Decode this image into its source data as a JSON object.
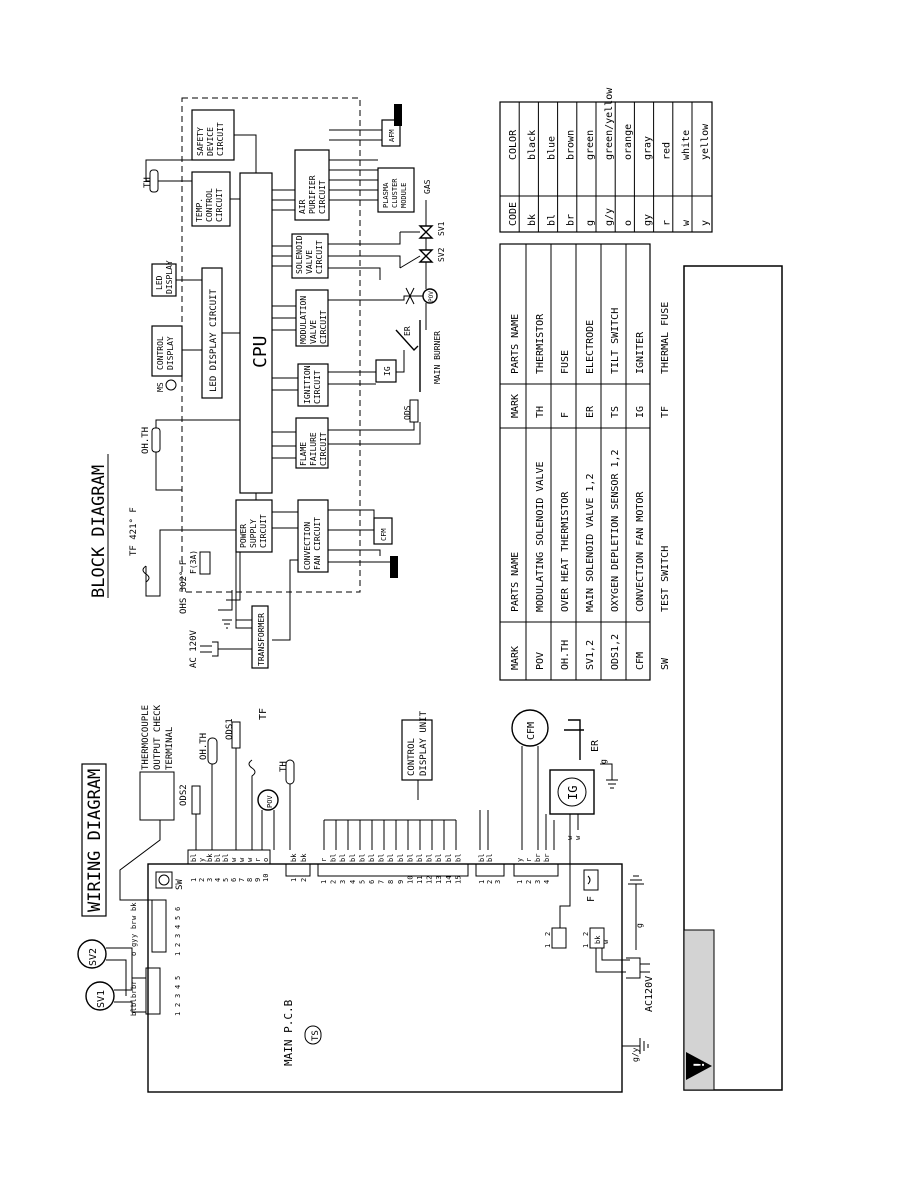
{
  "titles": {
    "block_diagram": "BLOCK DIAGRAM",
    "wiring_diagram": "WIRING DIAGRAM"
  },
  "block": {
    "cpu": "CPU",
    "safety_device_circuit": [
      "SAFETY",
      "DEVICE",
      "CIRCUIT"
    ],
    "temp_control_circuit": [
      "TEMP.",
      "CONTROL",
      "CIRCUIT"
    ],
    "led_display_circuit": "LED DISPLAY CIRCUIT",
    "control_display": [
      "CONTROL",
      "DISPLAY"
    ],
    "led_display": [
      "LED",
      "DISPLAY"
    ],
    "air_purifier_circuit": [
      "AIR",
      "PURIFIER",
      "CIRCUIT"
    ],
    "plasma_cluster_module": [
      "PLASMA",
      "CLUSTER",
      "MODULE"
    ],
    "solenoid_valve_circuit": [
      "SOLENOID",
      "VALVE",
      "CIRCUIT"
    ],
    "modulation_valve_circuit": [
      "MODULATION",
      "VALVE",
      "CIRCUIT"
    ],
    "ignition_circuit": [
      "IGNITION",
      "CIRCUIT"
    ],
    "flame_failure_circuit": [
      "FLAME",
      "FAILURE",
      "CIRCUIT"
    ],
    "power_supply_circuit": [
      "POWER",
      "SUPPLY",
      "CIRCUIT"
    ],
    "convection_fan_circuit": [
      "CONVECTION",
      "FAN CIRCUIT"
    ],
    "transformer": "TRANSFORMER",
    "ac_120v": "AC 120V",
    "fuse": "F(3A)",
    "tf_label": "TF 421° F",
    "ohs_label": "OHS 302° F",
    "oh_th": "OH.TH",
    "th": "TH",
    "ms": "MS",
    "gas": "GAS",
    "sv1": "SV1",
    "sv2": "SV2",
    "pov": "POV",
    "ods": "ODS",
    "er": "ER",
    "ig": "IG",
    "cfm": "CFM",
    "afm": "AFM",
    "main_burner": "MAIN BURNER"
  },
  "wiring": {
    "main_pcb": "MAIN P.C.B",
    "ts": "TS",
    "sw": "SW",
    "sv1": "SV1",
    "sv2": "SV2",
    "thermocouple": [
      "THERMOCOUPLE",
      "OUTPUT CHECK",
      "TERMINAL"
    ],
    "ods1": "ODS1",
    "ods2": "ODS2",
    "oh_th": "OH.TH",
    "tf": "TF",
    "th": "TH",
    "pov": "POV",
    "control_display_unit": [
      "CONTROL",
      "DISPLAY UNIT"
    ],
    "cfm": "CFM",
    "ig": "IG",
    "er": "ER",
    "f": "F",
    "ac120v": "AC120V",
    "gy": "g/y",
    "g": "g",
    "conn1_pins": [
      "1",
      "2",
      "3",
      "4",
      "5"
    ],
    "conn1_colors": [
      "bl",
      "bl",
      "br",
      "br"
    ],
    "conn2_pins": [
      "1",
      "2",
      "3",
      "4",
      "5",
      "6"
    ],
    "conn2_colors": [
      "o",
      "gy",
      "y",
      "br",
      "w",
      "bk"
    ],
    "conn3_pins": [
      "1",
      "2",
      "3",
      "4",
      "5",
      "6",
      "7",
      "8",
      "9",
      "10"
    ],
    "conn3_colors": [
      "bl",
      "y",
      "bk",
      "bl",
      "bl",
      "w",
      "w",
      "w",
      "r",
      "o"
    ],
    "conn4_pins": [
      "1",
      "2"
    ],
    "conn4_colors": [
      "bk",
      "bk"
    ],
    "conn5_pins": [
      "1",
      "2",
      "3",
      "4",
      "5",
      "6",
      "7",
      "8",
      "9",
      "10",
      "11",
      "12",
      "13",
      "14",
      "15"
    ],
    "conn5_colors": [
      "r",
      "bl",
      "bl",
      "bl",
      "bl",
      "bl",
      "bl",
      "bl",
      "bl",
      "bl",
      "bl",
      "bl",
      "bl",
      "bl",
      "bl"
    ],
    "conn6_pins": [
      "1",
      "2",
      "3"
    ],
    "conn6_colors": [
      "bl",
      "bl"
    ],
    "conn7_pins": [
      "1",
      "2",
      "3",
      "4"
    ],
    "conn7_colors": [
      "y",
      "r",
      "br",
      "br"
    ],
    "ig_wires": [
      "w",
      "w"
    ],
    "conn8_pins": [
      "2",
      "1"
    ],
    "conn9_pins": [
      "2",
      "1"
    ],
    "ac_wires": [
      "bk",
      "w"
    ]
  },
  "parts_table": {
    "headers": [
      "MARK",
      "PARTS NAME",
      "MARK",
      "PARTS NAME"
    ],
    "rows": [
      [
        "POV",
        "MODULATING SOLENOID VALVE",
        "TH",
        "THERMISTOR"
      ],
      [
        "OH.TH",
        "OVER HEAT THERMISTOR",
        "F",
        "FUSE"
      ],
      [
        "SV1,2",
        "MAIN SOLENOID VALVE 1,2",
        "ER",
        "ELECTRODE"
      ],
      [
        "ODS1,2",
        "OXYGEN DEPLETION SENSOR 1,2",
        "TS",
        "TILT SWITCH"
      ],
      [
        "CFM",
        "CONVECTION FAN MOTOR",
        "IG",
        "IGNITER"
      ],
      [
        "SW",
        "TEST SWITCH",
        "TF",
        "THERMAL FUSE"
      ]
    ]
  },
  "color_table": {
    "headers": [
      "CODE",
      "COLOR"
    ],
    "rows": [
      [
        "bk",
        "black"
      ],
      [
        "bl",
        "blue"
      ],
      [
        "br",
        "brown"
      ],
      [
        "g",
        "green"
      ],
      [
        "g/y",
        "green/yellow"
      ],
      [
        "o",
        "orange"
      ],
      [
        "gy",
        "gray"
      ],
      [
        "r",
        "red"
      ],
      [
        "w",
        "white"
      ],
      [
        "y",
        "yellow"
      ]
    ]
  }
}
